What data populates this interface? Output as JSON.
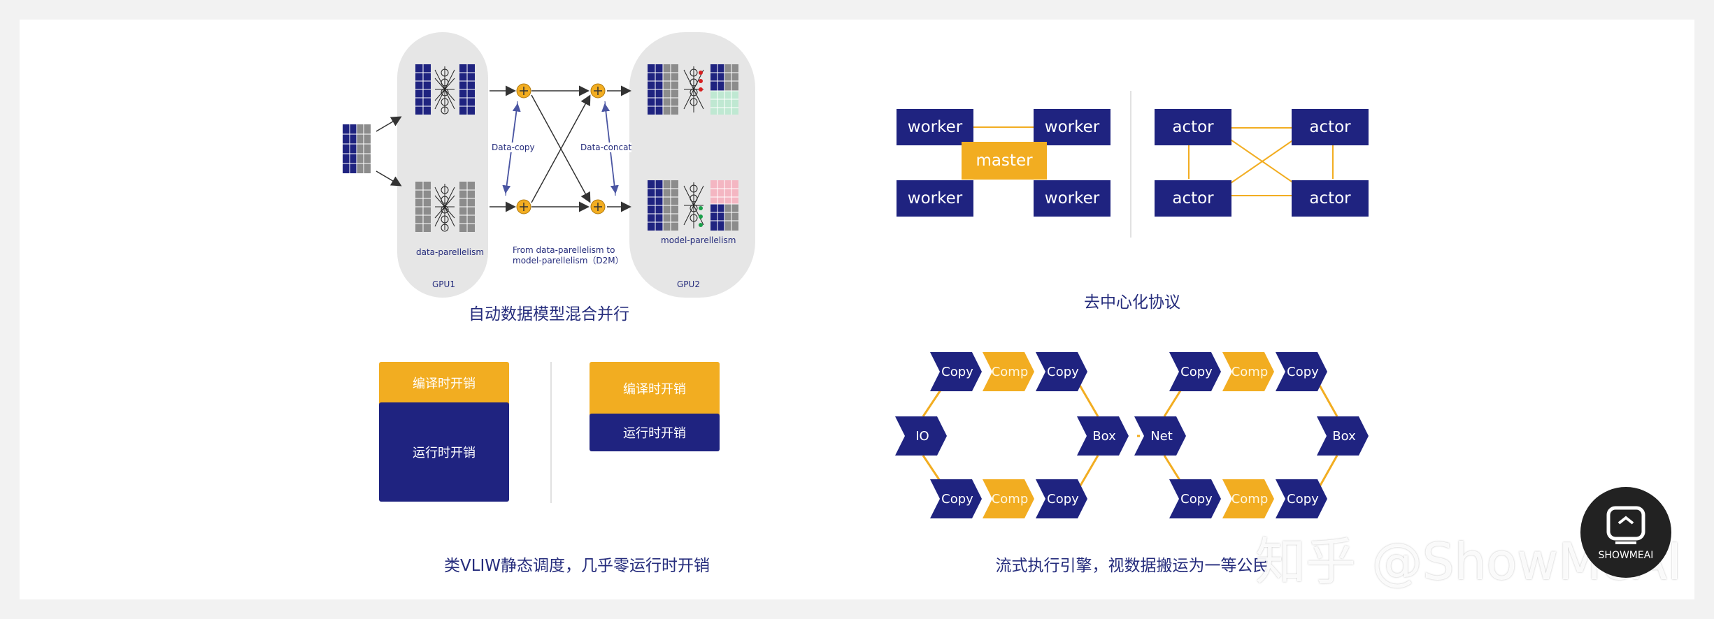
{
  "colors": {
    "navy": "#1f2380",
    "orange": "#f2ad21",
    "gray_panel": "#e6e6e6",
    "caption": "#252c7c"
  },
  "panel1": {
    "caption": "自动数据模型混合并行",
    "gpu1": "GPU1",
    "gpu2": "GPU2",
    "data_parallel": "data-parellelism",
    "model_parallel": "model-parellelism",
    "data_copy": "Data-copy",
    "data_concat": "Data-concat",
    "from_line1": "From data-parellelism to",
    "from_line2": "model-parellelism（D2M）"
  },
  "panel2": {
    "caption": "去中心化协议",
    "worker": "worker",
    "master": "master",
    "actor": "actor"
  },
  "panel3": {
    "caption": "类VLIW静态调度，几乎零运行时开销",
    "compile": "编译时开销",
    "runtime": "运行时开销"
  },
  "panel4": {
    "caption": "流式执行引擎，视数据搬运为一等公民",
    "copy": "Copy",
    "comp": "Comp",
    "io": "IO",
    "box": "Box",
    "net": "Net"
  },
  "watermark": {
    "text": "知乎 @ShowMeAI",
    "logo_text": "SHOWMEAI"
  }
}
